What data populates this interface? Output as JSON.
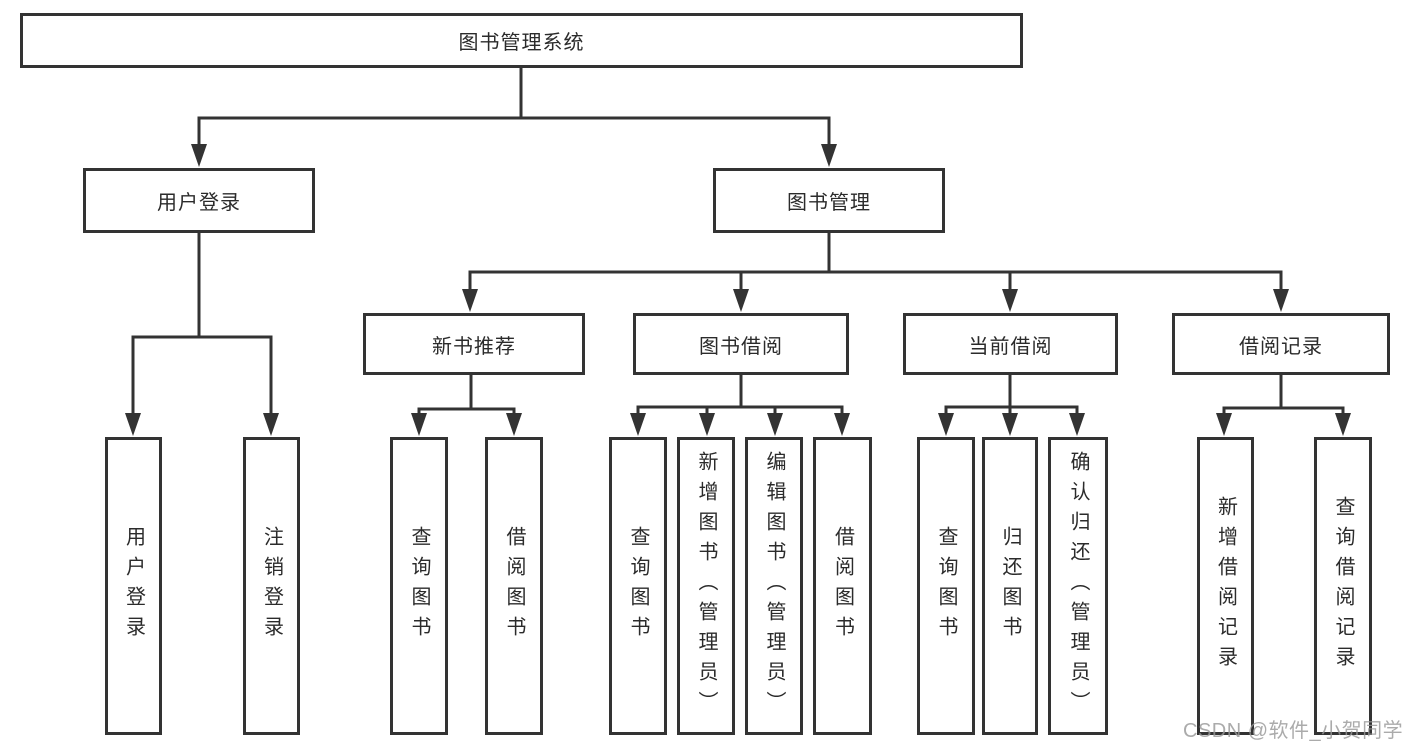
{
  "diagram": {
    "root": {
      "label": "图书管理系统"
    },
    "login": {
      "label": "用户登录",
      "leaves": [
        {
          "label": "用户登录"
        },
        {
          "label": "注销登录"
        }
      ]
    },
    "management": {
      "label": "图书管理",
      "groups": [
        {
          "label": "新书推荐",
          "leaves": [
            {
              "label": "查询图书"
            },
            {
              "label": "借阅图书"
            }
          ]
        },
        {
          "label": "图书借阅",
          "leaves": [
            {
              "label": "查询图书"
            },
            {
              "label": "新增图书（管理员）"
            },
            {
              "label": "编辑图书（管理员）"
            },
            {
              "label": "借阅图书"
            }
          ]
        },
        {
          "label": "当前借阅",
          "leaves": [
            {
              "label": "查询图书"
            },
            {
              "label": "归还图书"
            },
            {
              "label": "确认归还（管理员）"
            }
          ]
        },
        {
          "label": "借阅记录",
          "leaves": [
            {
              "label": "新增借阅记录"
            },
            {
              "label": "查询借阅记录"
            }
          ]
        }
      ]
    }
  },
  "watermark": {
    "text": "CSDN @软件_小贺同学"
  },
  "colors": {
    "line": "#333333",
    "box_fill": "#ffffff",
    "text": "#2b2b2b",
    "watermark": "#989898"
  }
}
